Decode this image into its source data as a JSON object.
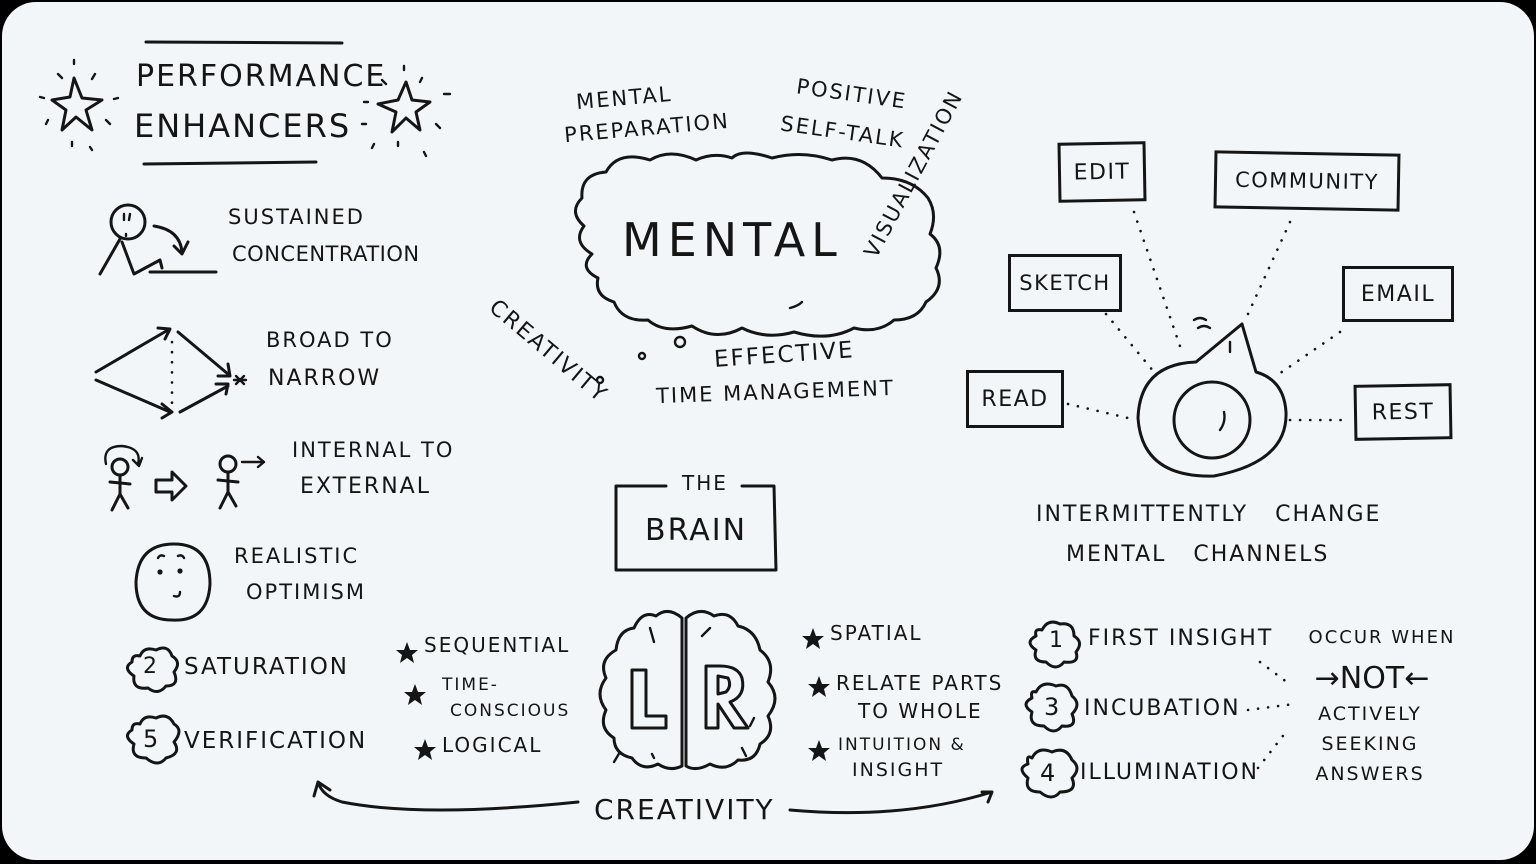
{
  "title": {
    "line1": "Performance",
    "line2": "Enhancers"
  },
  "enhancers": [
    {
      "icon": "focused-person-icon",
      "line1": "Sustained",
      "line2": "Concentration"
    },
    {
      "icon": "converging-arrows-icon",
      "line1": "Broad to",
      "line2": "Narrow"
    },
    {
      "icon": "internal-external-figures-icon",
      "line1": "Internal to",
      "line2": "External"
    },
    {
      "icon": "smiley-face-icon",
      "line1": "Realistic",
      "line2": "Optimism"
    }
  ],
  "mental": {
    "center": "Mental",
    "satellites": {
      "preparation": {
        "line1": "Mental",
        "line2": "Preparation"
      },
      "self_talk": {
        "line1": "Positive",
        "line2": "Self-Talk"
      },
      "visualization": "Visualization",
      "creativity": "Creativity",
      "time": {
        "line1": "Effective",
        "line2": "Time Management"
      }
    }
  },
  "channels": {
    "items": [
      "Edit",
      "Community",
      "Sketch",
      "Email",
      "Read",
      "Rest"
    ],
    "caption": {
      "line1": "Intermittently   Change",
      "line2": "Mental   Channels"
    }
  },
  "brain": {
    "title": {
      "line1": "The",
      "line2": "Brain"
    },
    "left_label": "L",
    "right_label": "R",
    "left_traits": [
      "Sequential",
      "Time-",
      "Conscious",
      "Logical"
    ],
    "right_traits": [
      "Spatial",
      "Relate Parts",
      "To Whole",
      "Intuition &",
      "Insight"
    ],
    "bottom_label": "Creativity"
  },
  "creative_stages": {
    "left": [
      {
        "number": "2",
        "label": "Saturation"
      },
      {
        "number": "5",
        "label": "Verification"
      }
    ],
    "right": [
      {
        "number": "1",
        "label": "First Insight"
      },
      {
        "number": "3",
        "label": "Incubation"
      },
      {
        "number": "4",
        "label": "Illumination"
      }
    ],
    "note": {
      "line1": "Occur When",
      "emphasis": "→NOT←",
      "line2": "Actively",
      "line3": "Seeking",
      "line4": "Answers"
    }
  },
  "colors": {
    "ink": "#151515",
    "board": "#f3f6f8",
    "frame": "#000000"
  }
}
